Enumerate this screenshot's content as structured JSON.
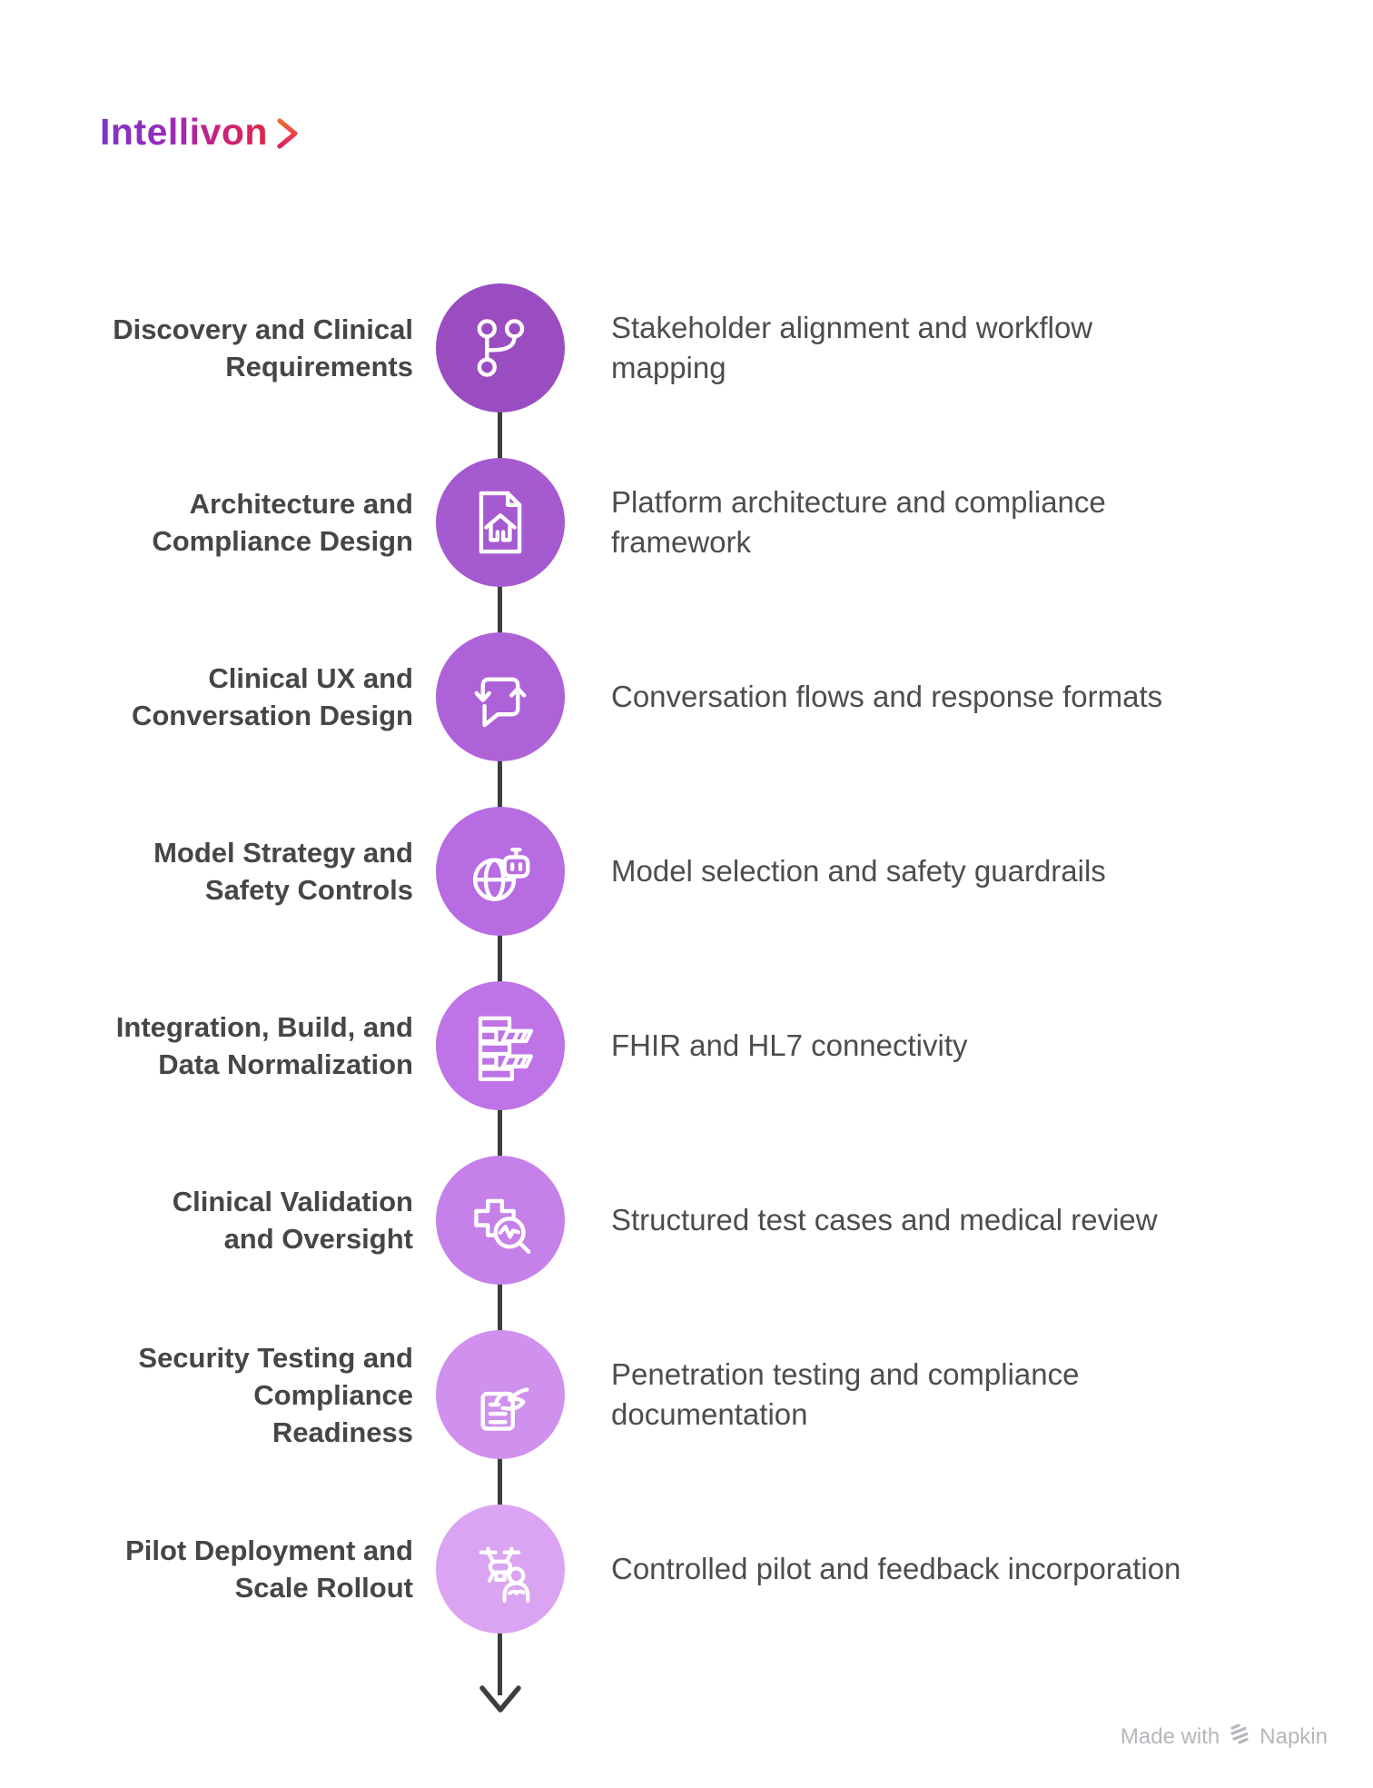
{
  "logo": {
    "name": "Intellivon",
    "chevron_icon": "chevron-right"
  },
  "timeline": {
    "line_color": "#3E3E3E",
    "arrow_icon": "arrow-down"
  },
  "steps": [
    {
      "label_lines": [
        "Discovery and Clinical",
        "Requirements"
      ],
      "desc_lines": [
        "Stakeholder alignment and workflow",
        "mapping"
      ],
      "icon": "git-branch-icon",
      "color": "#9A4DC0"
    },
    {
      "label_lines": [
        "Architecture and",
        "Compliance Design"
      ],
      "desc_lines": [
        "Platform architecture and compliance",
        "framework"
      ],
      "icon": "document-house-icon",
      "color": "#A55AD0"
    },
    {
      "label_lines": [
        "Clinical UX and",
        "Conversation Design"
      ],
      "desc_lines": [
        "Conversation flows and response formats"
      ],
      "icon": "chat-sync-icon",
      "color": "#AE62D8"
    },
    {
      "label_lines": [
        "Model Strategy and",
        "Safety Controls"
      ],
      "desc_lines": [
        "Model selection and safety guardrails"
      ],
      "icon": "globe-robot-icon",
      "color": "#B76CE2"
    },
    {
      "label_lines": [
        "Integration, Build, and",
        "Data Normalization"
      ],
      "desc_lines": [
        "FHIR and HL7 connectivity"
      ],
      "icon": "data-blocks-icon",
      "color": "#BE74E6"
    },
    {
      "label_lines": [
        "Clinical Validation",
        "and Oversight"
      ],
      "desc_lines": [
        "Structured test cases and medical review"
      ],
      "icon": "medical-search-icon",
      "color": "#C680EA"
    },
    {
      "label_lines": [
        "Security Testing and",
        "Compliance",
        "Readiness"
      ],
      "desc_lines": [
        "Penetration testing and compliance",
        "documentation"
      ],
      "icon": "hand-document-icon",
      "color": "#CF90EE"
    },
    {
      "label_lines": [
        "Pilot Deployment and",
        "Scale Rollout"
      ],
      "desc_lines": [
        "Controlled pilot and feedback incorporation"
      ],
      "icon": "drone-person-icon",
      "color": "#DBA4F2"
    }
  ],
  "footer": {
    "made_with": "Made with",
    "brand": "Napkin"
  }
}
